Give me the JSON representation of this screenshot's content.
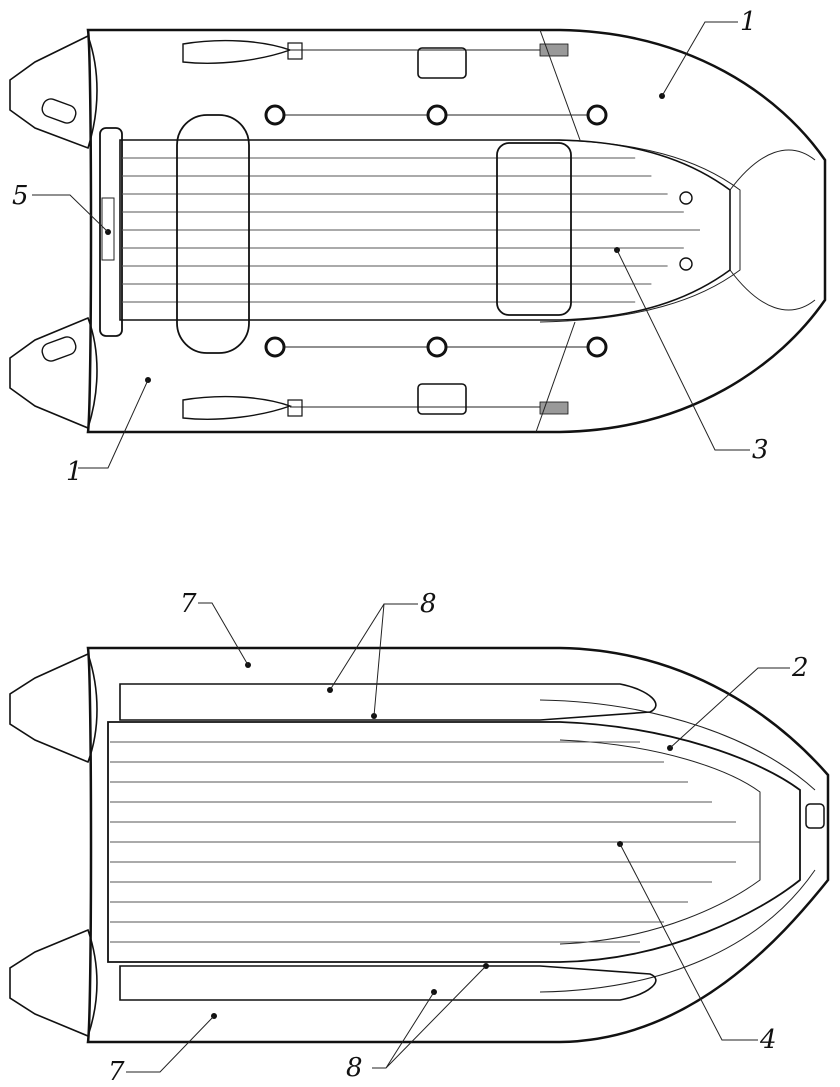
{
  "figure": {
    "top_view_labels": {
      "side_tube": "1",
      "floor": "3",
      "transom": "5"
    },
    "bottom_view_labels": {
      "keel_guard": "2",
      "hull_bottom": "4",
      "tube_bottom": "7",
      "fitting": "8"
    }
  },
  "colors": {
    "ink": "#111111",
    "tube_fill": "#f4f4f4",
    "floor_fill": "#ffffff",
    "line_gray": "#555555"
  }
}
